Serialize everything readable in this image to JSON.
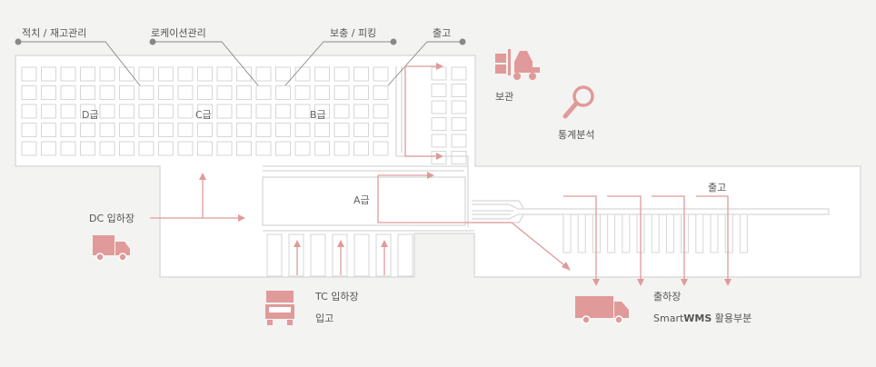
{
  "labels": {
    "storage_inventory": "적치 / 재고관리",
    "location": "로케이션관리",
    "replenish_picking": "보충 / 피킹",
    "shipping_top": "출고",
    "storage": "보관",
    "statistics": "통계분석",
    "shipping_right": "출고",
    "dc_inbound": "DC 입하장",
    "tc_inbound": "TC 입하장",
    "receiving": "입고",
    "outbound_dock": "출하장",
    "wms_usage_prefix": "Smart",
    "wms_usage_brand": "WMS",
    "wms_usage_suffix": " 활용부분"
  },
  "grades": {
    "d": "D급",
    "c": "C급",
    "b": "B급",
    "a": "A급"
  },
  "colors": {
    "accent": "#e09a9a",
    "structure": "#dcdcdc",
    "background": "#f3f3f2",
    "leader": "#888888"
  },
  "icons": [
    "forklift-icon",
    "search-icon",
    "truck-icon",
    "container-truck-icon",
    "delivery-truck-icon"
  ]
}
